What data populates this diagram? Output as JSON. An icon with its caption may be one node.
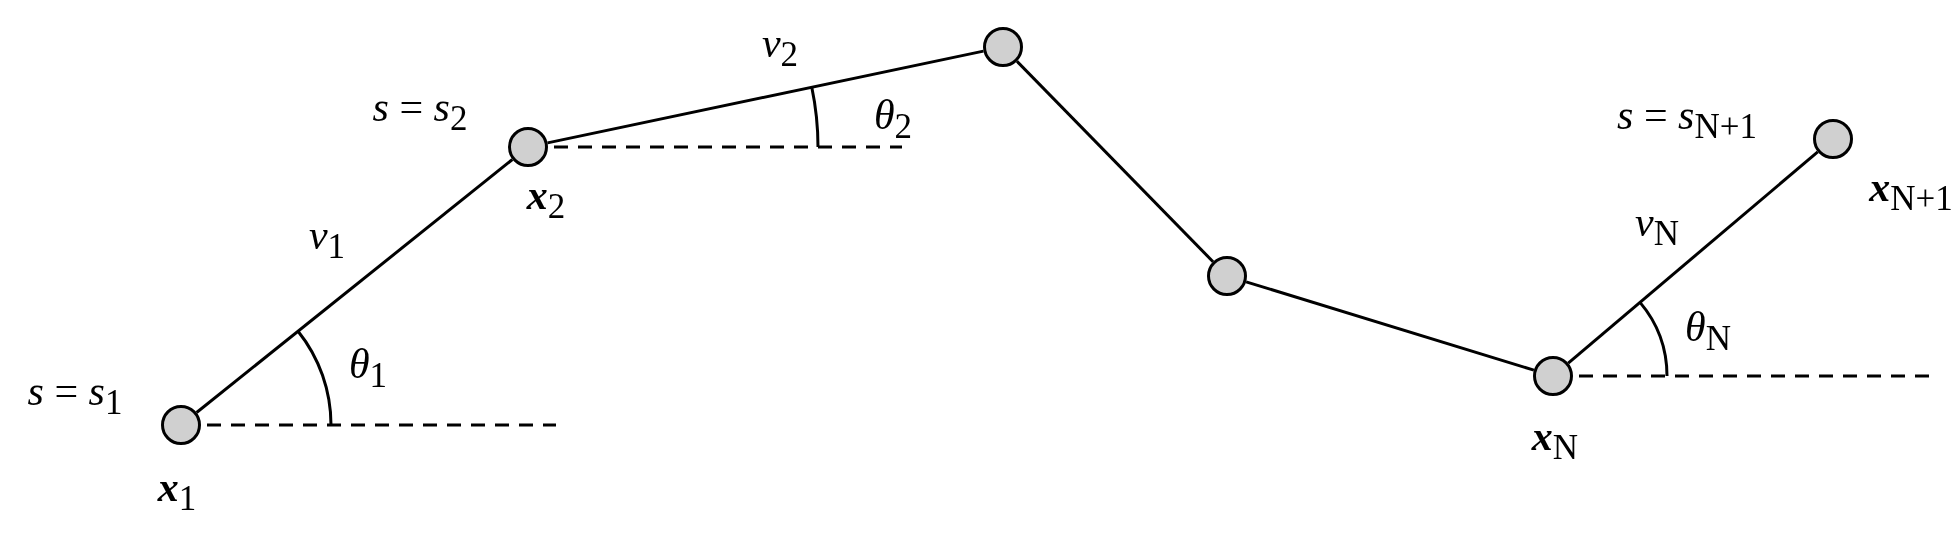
{
  "diagram": {
    "nodes": [
      {
        "text": [],
        "shape": "circle",
        "beside": [
          "*s* = *s*$_{1}$",
          "**x**$_{1}$"
        ]
      },
      {
        "text": [],
        "shape": "circle",
        "beside": [
          "*s* = *s*$_{2}$",
          "**x**$_{2}$"
        ]
      },
      {
        "text": [],
        "shape": "circle"
      },
      {
        "text": [],
        "shape": "circle"
      },
      {
        "text": [],
        "shape": "circle",
        "beside": [
          "**x**$_{N}$"
        ]
      },
      {
        "text": [],
        "shape": "circle",
        "beside": [
          "*s* = *s*$_{N+1}$",
          "**x**$_{N+1}$"
        ]
      }
    ],
    "edges": [
      {
        "from": 0,
        "to": 1,
        "arrow": "none",
        "label": "*v*$_{1}$"
      },
      {
        "from": 1,
        "to": 2,
        "arrow": "none",
        "label": "*v*$_{2}$"
      },
      {
        "from": 2,
        "to": 3,
        "arrow": "none"
      },
      {
        "from": 3,
        "to": 4,
        "arrow": "none"
      },
      {
        "from": 4,
        "to": 5,
        "arrow": "none",
        "label": "*v*$_{N}$"
      }
    ],
    "labels": [
      "*θ*$_{2}$",
      "*θ*$_{N}$",
      "*θ*$_{1}$"
    ]
  }
}
